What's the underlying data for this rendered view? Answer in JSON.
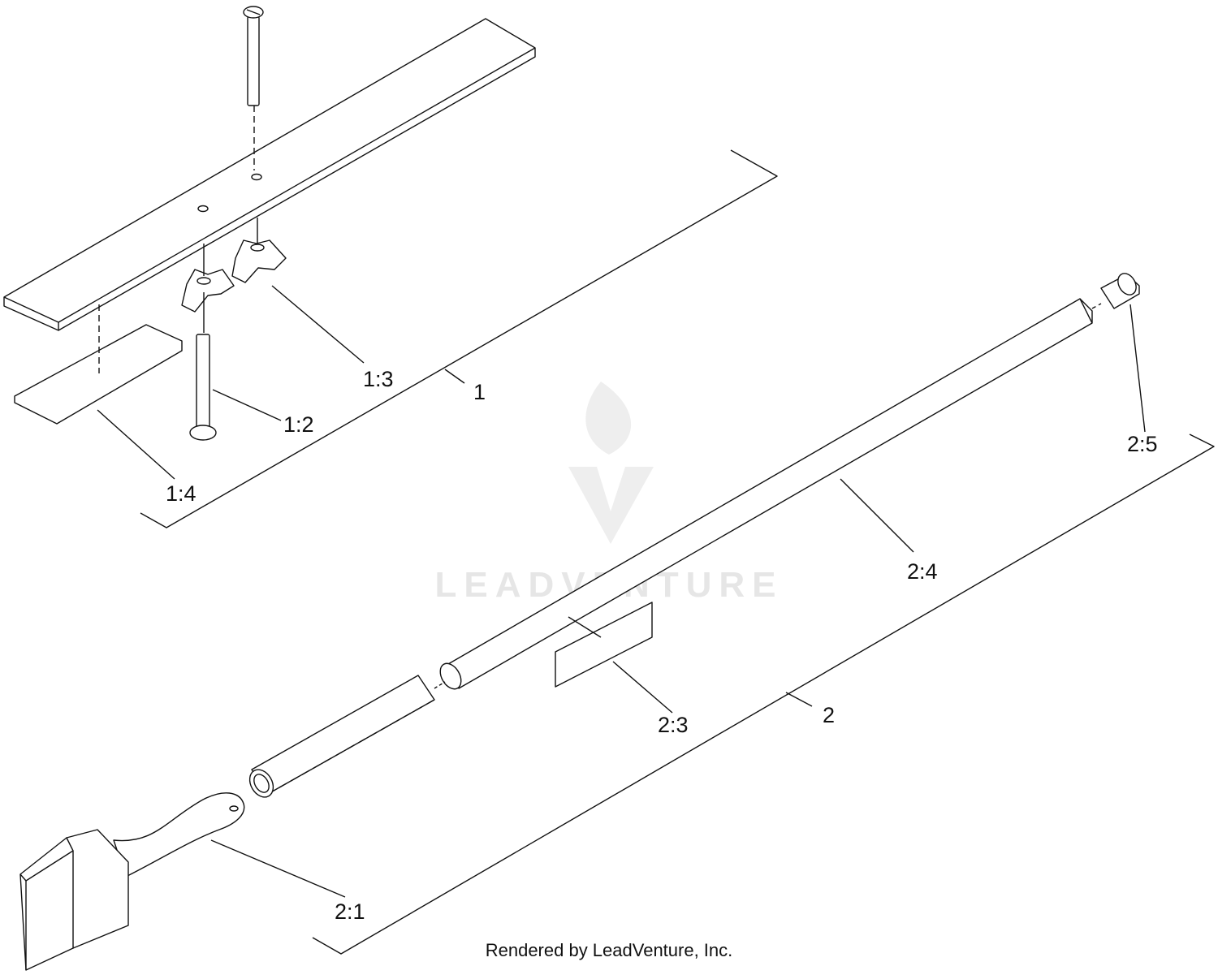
{
  "callouts": {
    "c1": "1",
    "c1_2": "1:2",
    "c1_3": "1:3",
    "c1_4": "1:4",
    "c2": "2",
    "c2_1": "2:1",
    "c2_3": "2:3",
    "c2_4": "2:4",
    "c2_5": "2:5"
  },
  "watermark": "LEADVENTURE",
  "footer": "Rendered by LeadVenture, Inc.",
  "colors": {
    "line": "#111111",
    "watermark": "#e6e6e6"
  }
}
